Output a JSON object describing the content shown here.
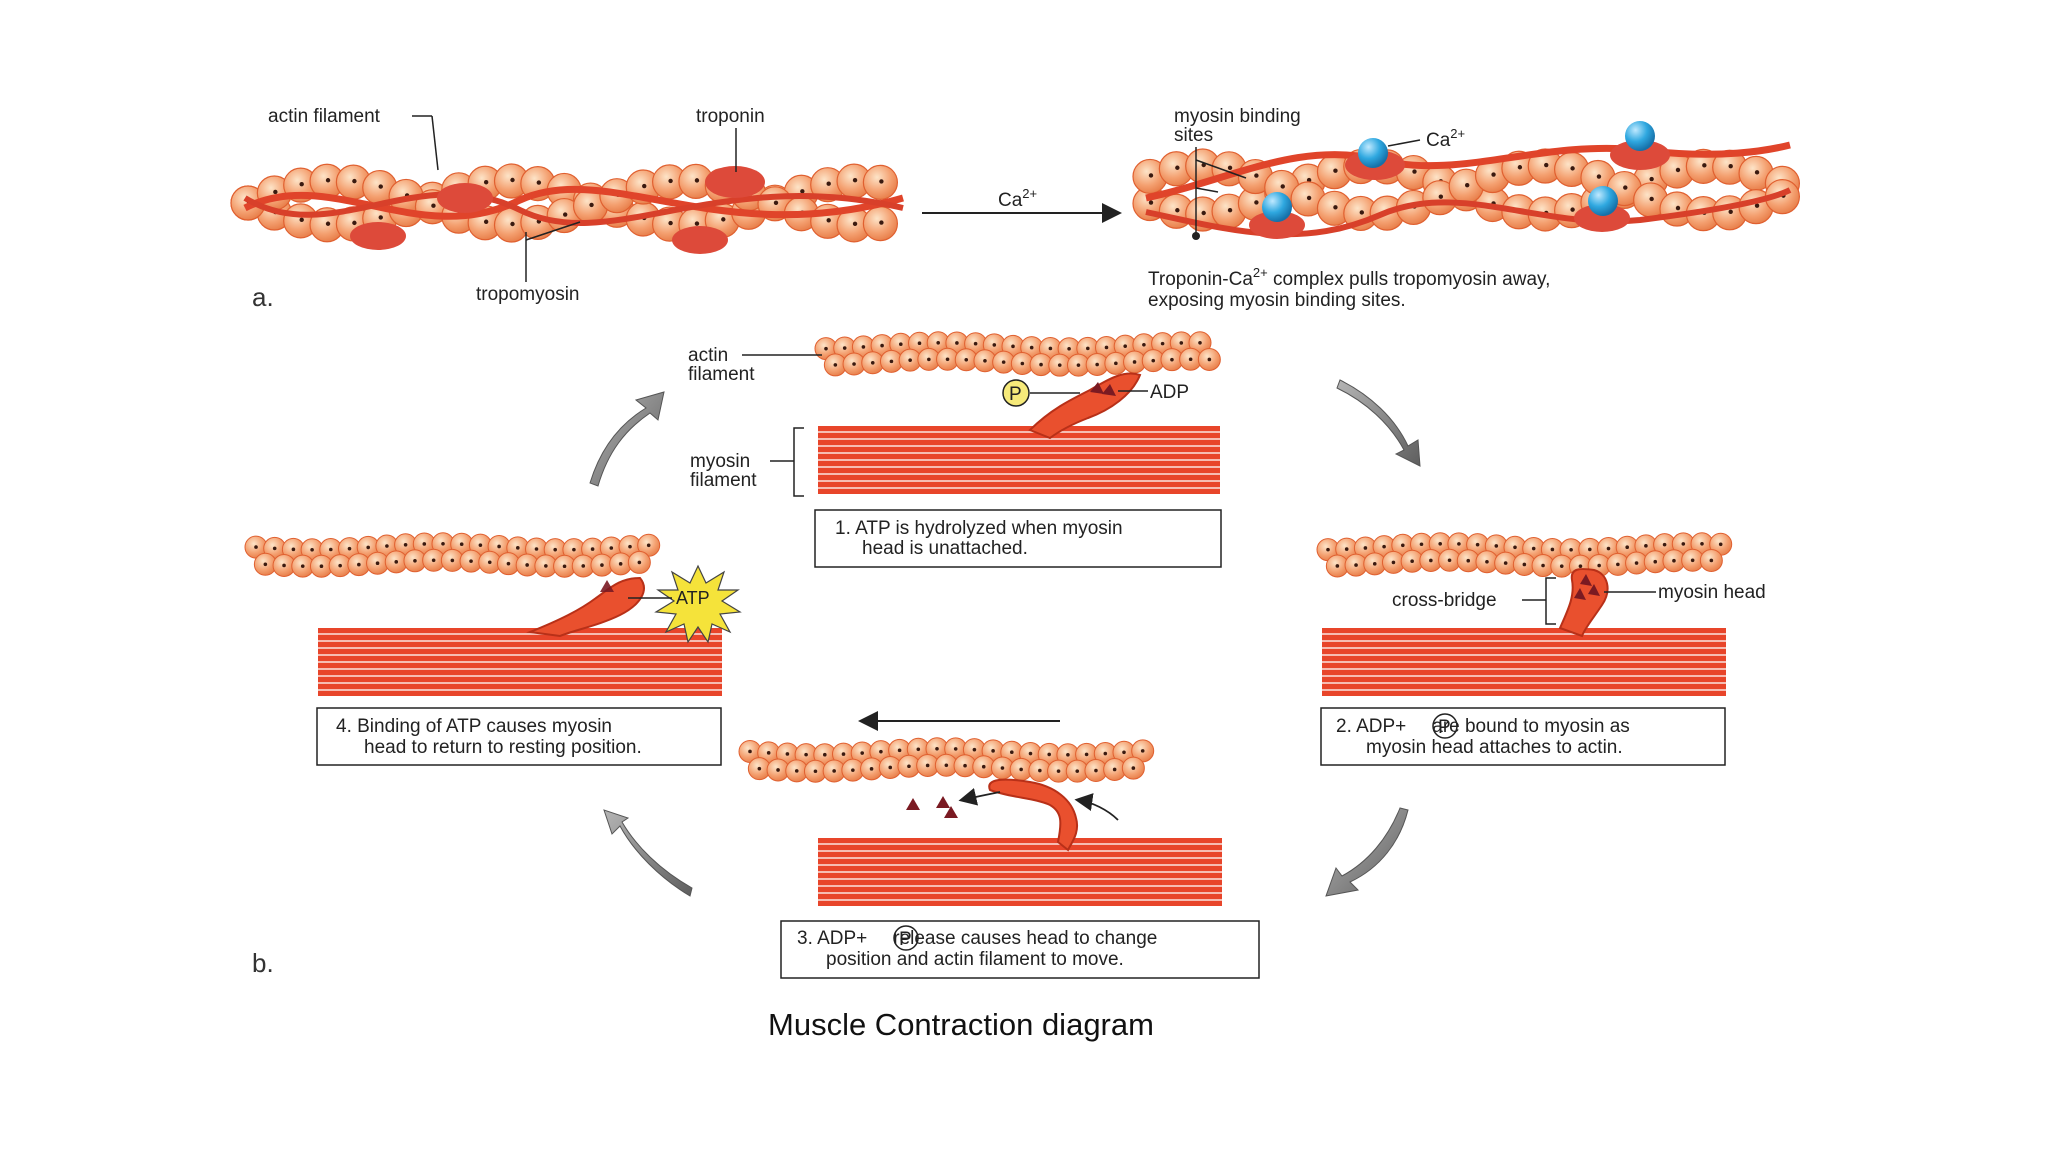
{
  "caption": "Muscle Contraction diagram",
  "panels": {
    "a": "a.",
    "b": "b."
  },
  "part_a": {
    "labels": {
      "actin_filament": "actin filament",
      "troponin": "troponin",
      "tropomyosin": "tropomyosin",
      "myosin_binding_sites_1": "myosin binding",
      "myosin_binding_sites_2": "sites",
      "ca_left": "Ca",
      "ca_left_sup": "2+",
      "ca_arrow": "Ca",
      "ca_arrow_sup": "2+"
    },
    "caption_line1_pre": "Troponin-Ca",
    "caption_line1_sup": "2+",
    "caption_line1_post": " complex pulls tropomyosin away,",
    "caption_line2": "exposing myosin binding sites."
  },
  "part_b": {
    "labels": {
      "actin_1": "actin",
      "actin_2": "filament",
      "myosin_1": "myosin",
      "myosin_2": "filament",
      "p": "P",
      "adp": "ADP",
      "cross_bridge": "cross-bridge",
      "myosin_head": "myosin head",
      "atp": "ATP"
    },
    "steps": [
      {
        "line1": "1.  ATP is hydrolyzed when myosin",
        "line2": "head is unattached."
      },
      {
        "line1_pre": "2.  ADP+",
        "p": "P",
        "line1_post": "are bound to myosin as",
        "line2": "myosin head attaches to actin."
      },
      {
        "line1_pre": "3.  ADP+",
        "p": "P",
        "line1_post": "release causes head to change",
        "line2": "position and actin filament to move."
      },
      {
        "line1": "4.  Binding of ATP causes myosin",
        "line2": "head to return to resting position."
      }
    ]
  },
  "colors": {
    "bead": "#f4a070",
    "bead_edge": "#e06030",
    "bead_dark": "#ee8850",
    "tropomyosin": "#e0442a",
    "troponin": "#dd4a3a",
    "myosin_stripe": "#e8452a",
    "myosin_line": "#ffffff",
    "calcium": "#2fa8e0",
    "atp_burst": "#f5e33a",
    "arrow": "#8a8a8a"
  }
}
